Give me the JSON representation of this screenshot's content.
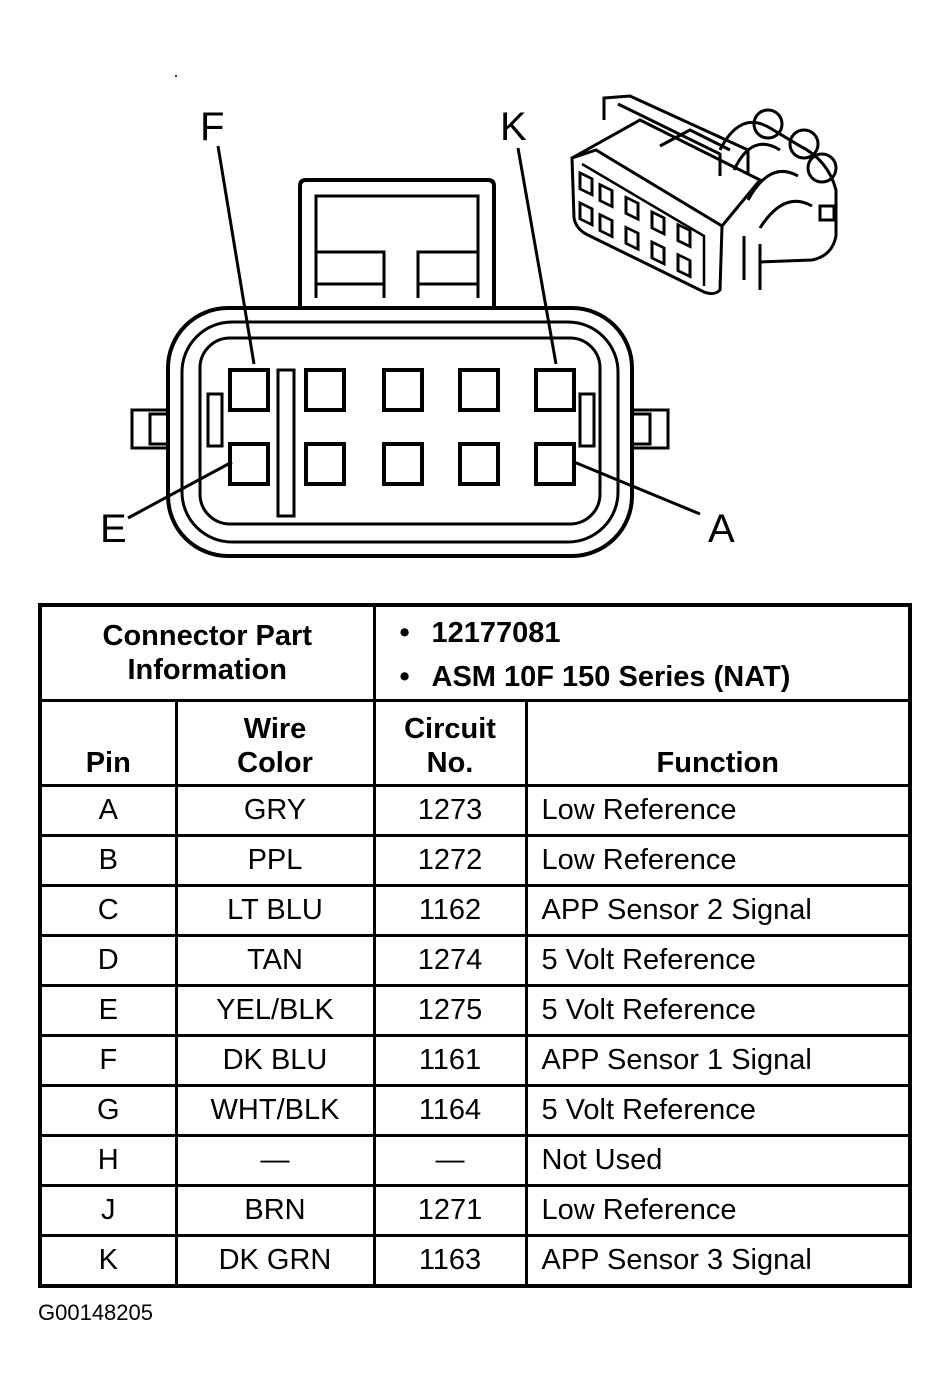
{
  "diagram": {
    "labels": {
      "top_left": "F",
      "top_right": "K",
      "bottom_left": "E",
      "bottom_right": "A"
    }
  },
  "table": {
    "part_info_label": "Connector Part Information",
    "part_info_values": [
      "12177081",
      "ASM 10F 150 Series (NAT)"
    ],
    "columns": [
      "Pin",
      "Wire Color",
      "Circuit No.",
      "Function"
    ],
    "rows": [
      {
        "pin": "A",
        "wire_color": "GRY",
        "circuit": "1273",
        "function": "Low Reference"
      },
      {
        "pin": "B",
        "wire_color": "PPL",
        "circuit": "1272",
        "function": "Low Reference"
      },
      {
        "pin": "C",
        "wire_color": "LT BLU",
        "circuit": "1162",
        "function": "APP Sensor 2 Signal"
      },
      {
        "pin": "D",
        "wire_color": "TAN",
        "circuit": "1274",
        "function": "5 Volt Reference"
      },
      {
        "pin": "E",
        "wire_color": "YEL/BLK",
        "circuit": "1275",
        "function": "5 Volt Reference"
      },
      {
        "pin": "F",
        "wire_color": "DK BLU",
        "circuit": "1161",
        "function": "APP Sensor 1 Signal"
      },
      {
        "pin": "G",
        "wire_color": "WHT/BLK",
        "circuit": "1164",
        "function": "5 Volt Reference"
      },
      {
        "pin": "H",
        "wire_color": "—",
        "circuit": "—",
        "function": "Not Used"
      },
      {
        "pin": "J",
        "wire_color": "BRN",
        "circuit": "1271",
        "function": "Low Reference"
      },
      {
        "pin": "K",
        "wire_color": "DK GRN",
        "circuit": "1163",
        "function": "APP Sensor 3 Signal"
      }
    ]
  },
  "figure_id": "G00148205"
}
